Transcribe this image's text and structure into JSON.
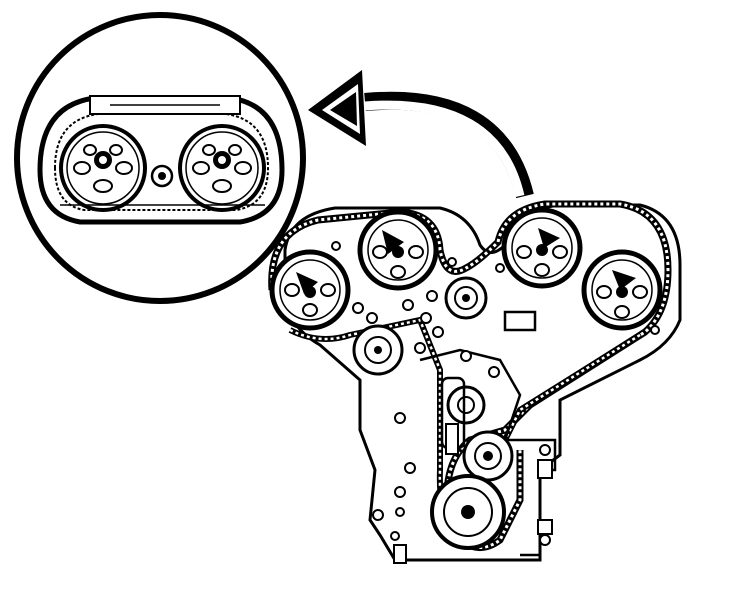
{
  "diagram": {
    "colors": {
      "ink": "#000000",
      "paper": "#ffffff",
      "shade": "#cfcfcf"
    },
    "parts": {
      "engine_front": "engine-front-cover",
      "timing_belt": "timing-belt",
      "cam_sprockets": [
        "cam-sprocket-left-outer",
        "cam-sprocket-left-inner",
        "cam-sprocket-right-inner",
        "cam-sprocket-right-outer"
      ],
      "detail_view": "magnified-cam-sprockets-detail",
      "arrow": "curved-callout-arrow"
    }
  }
}
